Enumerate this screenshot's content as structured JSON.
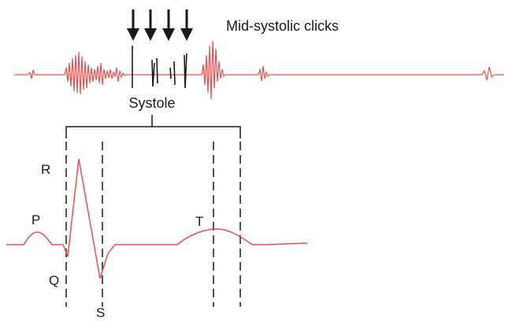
{
  "labels": {
    "clicks_caption": "Mid-systolic clicks",
    "systole": "Systole",
    "wave_p": "P",
    "wave_q": "Q",
    "wave_r": "R",
    "wave_s": "S",
    "wave_t": "T"
  },
  "colors": {
    "waveform": "#e8504f",
    "ink": "#1a1a1a",
    "background": "#ffffff"
  },
  "click_arrow_count": 4
}
